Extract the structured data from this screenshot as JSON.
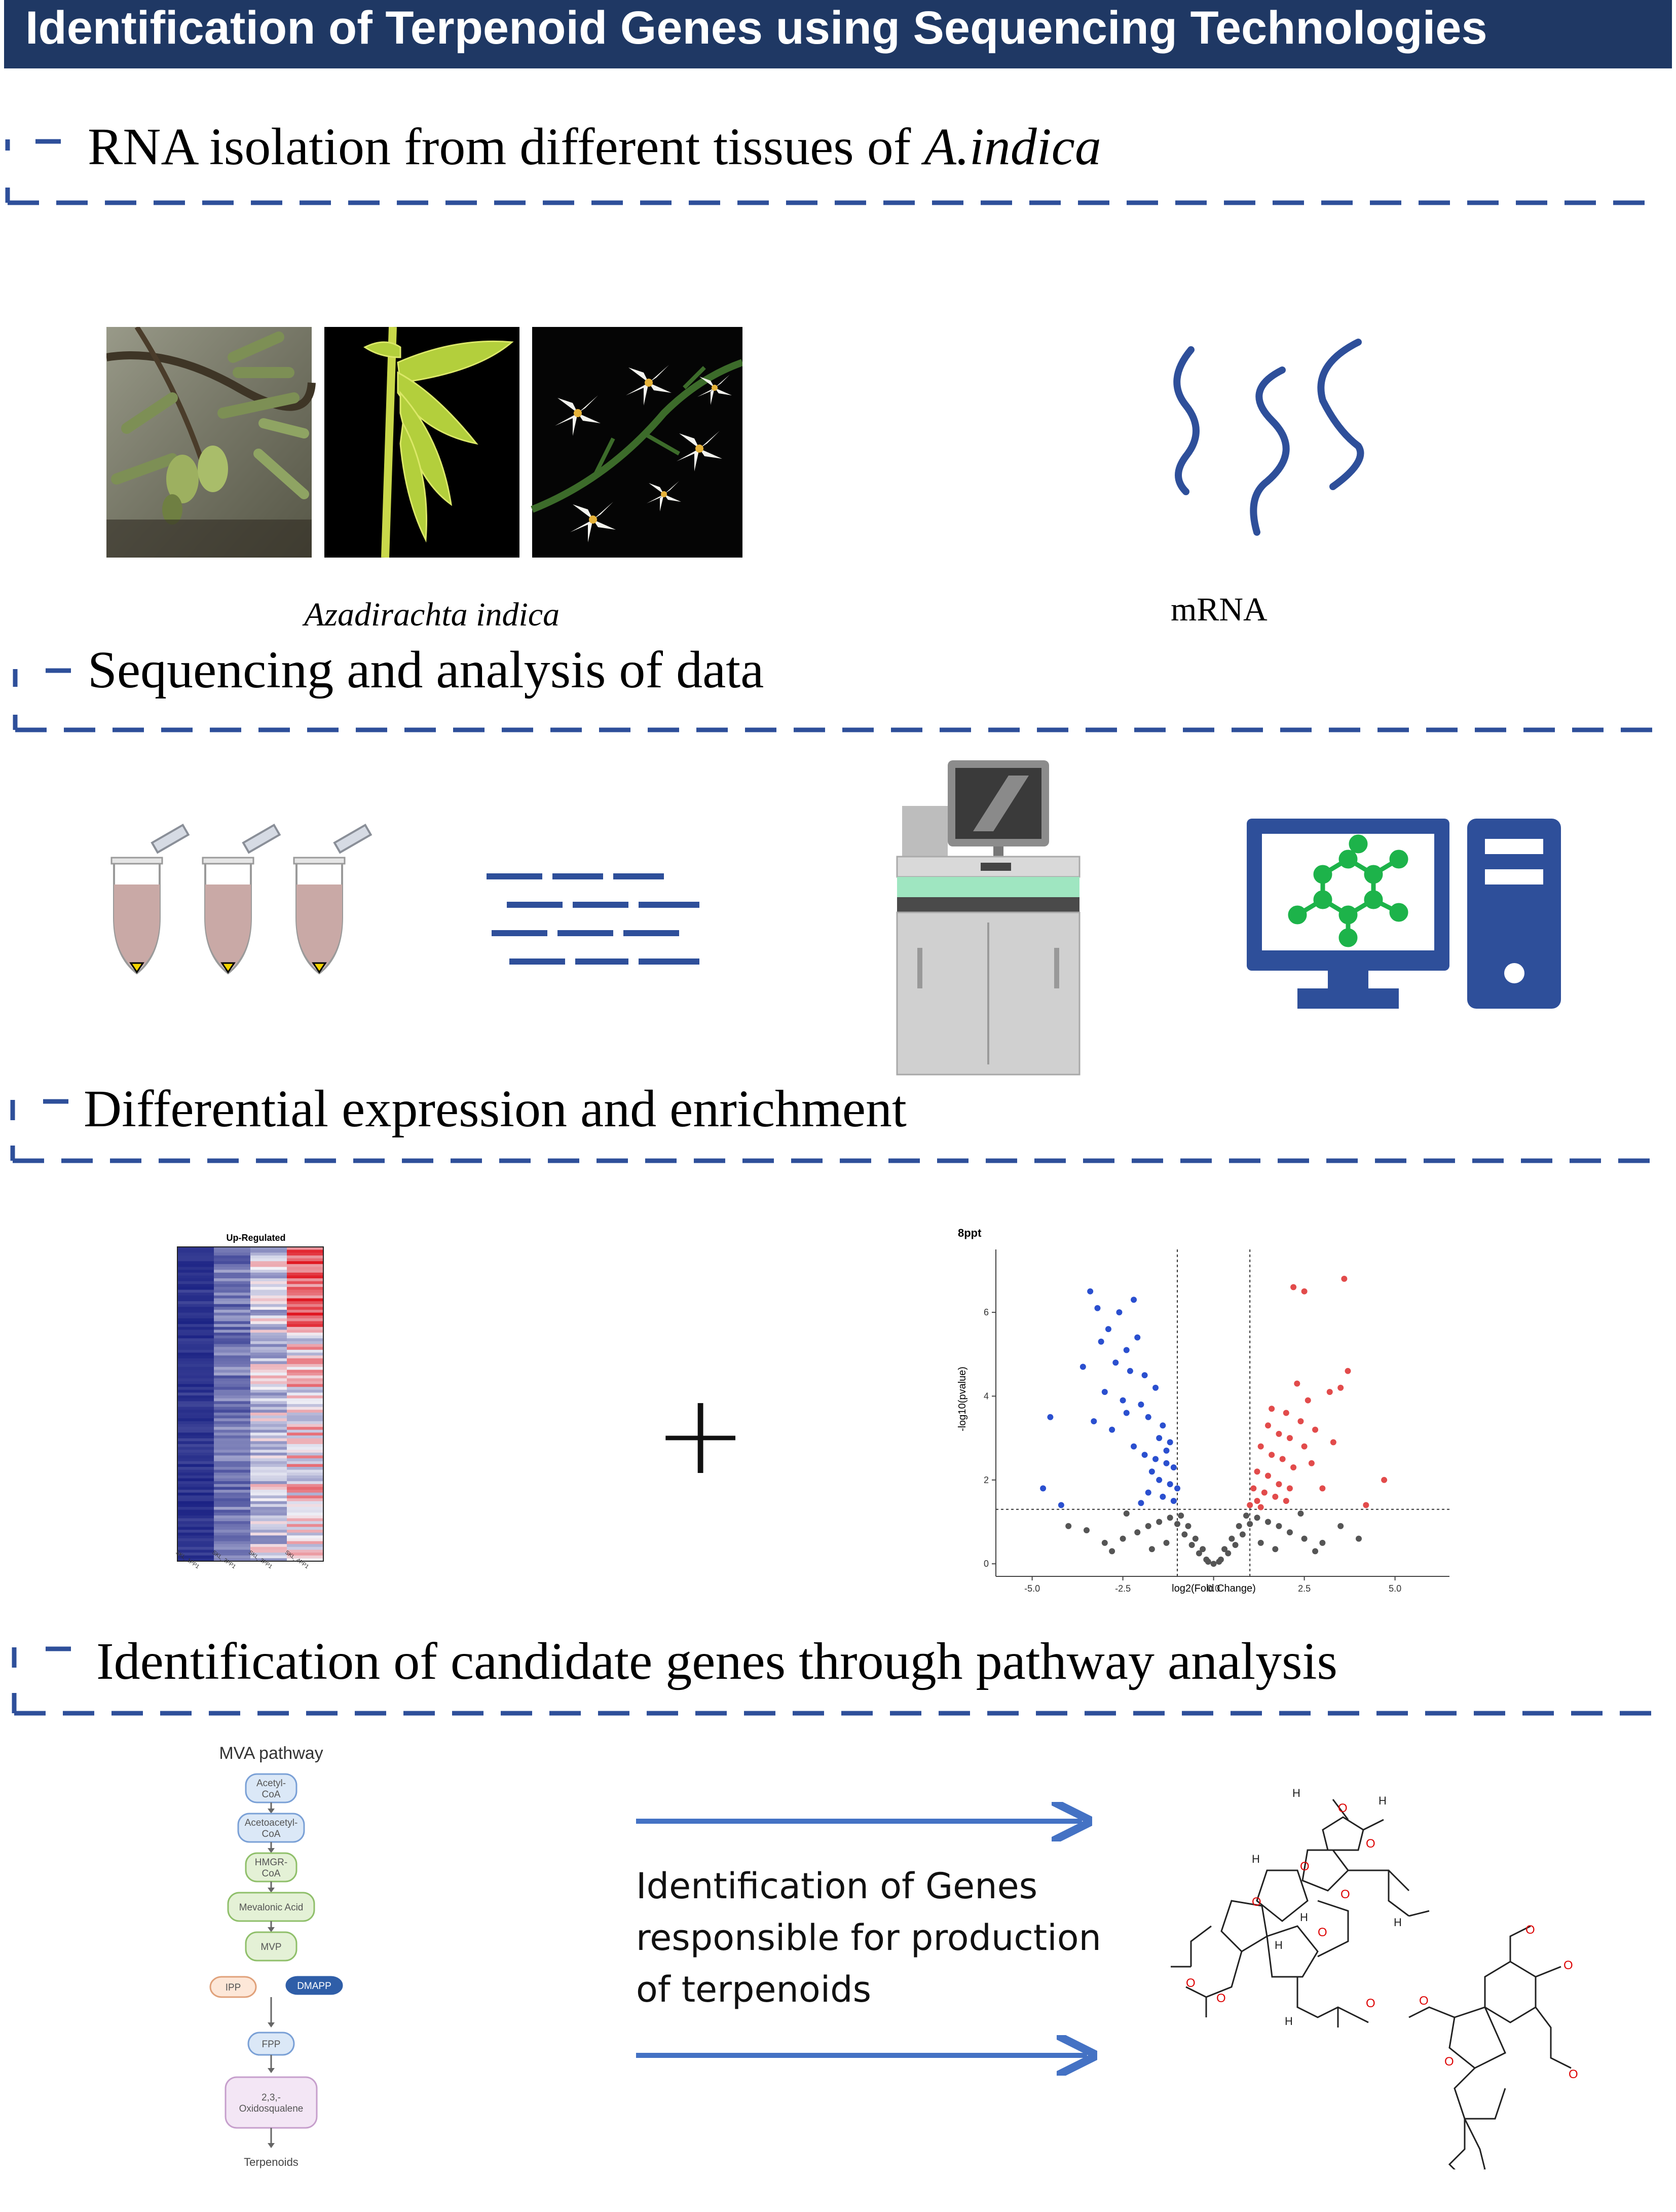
{
  "header": {
    "title": "Identification of Terpenoid Genes using Sequencing Technologies"
  },
  "sections": [
    {
      "prefix": "RNA isolation from different tissues of ",
      "emph": "A.indica"
    },
    {
      "prefix": "Sequencing and analysis of data"
    },
    {
      "prefix": "Differential expression and enrichment"
    },
    {
      "prefix": "Identification of candidate genes through pathway analysis"
    }
  ],
  "captions": {
    "plant": "Azadirachta indica",
    "mrna": "mRNA"
  },
  "heatmap": {
    "title": "Up-Regulated",
    "col_labels": [
      "SKL_1PP1",
      "SKL_2PP1",
      "SKL_3PP1",
      "SKL_4PP1"
    ],
    "colors": {
      "low": "#08107a",
      "mid": "#f2f2f8",
      "high": "#e0141e"
    }
  },
  "plus_sign": "+",
  "chart_data": {
    "type": "scatter",
    "title": "8ppt",
    "xlabel": "log2(Fold Change)",
    "ylabel": "-log10(pvalue)",
    "xlim": [
      -6,
      6.5
    ],
    "ylim": [
      -0.3,
      7.5
    ],
    "xticks": [
      -5.0,
      -2.5,
      0.0,
      2.5,
      5.0
    ],
    "yticks": [
      0,
      2,
      4,
      6
    ],
    "thresholds": {
      "fc": [
        -1,
        1
      ],
      "p": 1.3
    },
    "series": [
      {
        "color": "#2a4fcf",
        "points": [
          [
            -3.4,
            6.5
          ],
          [
            -3.2,
            6.1
          ],
          [
            -2.6,
            6.0
          ],
          [
            -2.2,
            6.3
          ],
          [
            -3.1,
            5.3
          ],
          [
            -2.9,
            5.6
          ],
          [
            -2.4,
            5.1
          ],
          [
            -2.1,
            5.4
          ],
          [
            -3.6,
            4.7
          ],
          [
            -2.7,
            4.8
          ],
          [
            -2.3,
            4.6
          ],
          [
            -1.9,
            4.5
          ],
          [
            -1.6,
            4.2
          ],
          [
            -3.0,
            4.1
          ],
          [
            -2.5,
            3.9
          ],
          [
            -2.0,
            3.8
          ],
          [
            -1.8,
            3.5
          ],
          [
            -1.4,
            3.3
          ],
          [
            -3.3,
            3.4
          ],
          [
            -2.8,
            3.2
          ],
          [
            -1.5,
            3.0
          ],
          [
            -1.2,
            2.9
          ],
          [
            -4.5,
            3.5
          ],
          [
            -2.2,
            2.8
          ],
          [
            -1.9,
            2.6
          ],
          [
            -1.6,
            2.5
          ],
          [
            -1.3,
            2.4
          ],
          [
            -1.1,
            2.3
          ],
          [
            -1.7,
            2.2
          ],
          [
            -1.5,
            2.0
          ],
          [
            -1.2,
            1.9
          ],
          [
            -1.0,
            1.8
          ],
          [
            -1.8,
            1.7
          ],
          [
            -1.4,
            1.6
          ],
          [
            -1.1,
            1.5
          ],
          [
            -2.0,
            1.45
          ],
          [
            -4.7,
            1.8
          ],
          [
            -4.2,
            1.4
          ],
          [
            -1.3,
            2.7
          ],
          [
            -2.4,
            3.6
          ]
        ]
      },
      {
        "color": "#e24b4b",
        "points": [
          [
            2.2,
            6.6
          ],
          [
            2.5,
            6.5
          ],
          [
            3.6,
            6.8
          ],
          [
            3.7,
            4.6
          ],
          [
            3.5,
            4.2
          ],
          [
            3.2,
            4.1
          ],
          [
            2.3,
            4.3
          ],
          [
            2.6,
            3.9
          ],
          [
            1.6,
            3.7
          ],
          [
            2.0,
            3.6
          ],
          [
            2.4,
            3.4
          ],
          [
            2.8,
            3.2
          ],
          [
            1.5,
            3.3
          ],
          [
            1.8,
            3.1
          ],
          [
            2.1,
            3.0
          ],
          [
            2.5,
            2.8
          ],
          [
            1.3,
            2.8
          ],
          [
            1.6,
            2.6
          ],
          [
            1.9,
            2.5
          ],
          [
            2.2,
            2.3
          ],
          [
            1.2,
            2.2
          ],
          [
            1.5,
            2.1
          ],
          [
            1.8,
            1.9
          ],
          [
            2.1,
            1.8
          ],
          [
            1.1,
            1.8
          ],
          [
            1.4,
            1.7
          ],
          [
            1.7,
            1.6
          ],
          [
            2.0,
            1.5
          ],
          [
            1.2,
            1.5
          ],
          [
            3.0,
            1.8
          ],
          [
            4.7,
            2.0
          ],
          [
            4.2,
            1.4
          ],
          [
            3.3,
            2.9
          ],
          [
            2.7,
            2.4
          ],
          [
            1.0,
            1.4
          ],
          [
            1.3,
            1.35
          ]
        ]
      },
      {
        "color": "#555555",
        "points": [
          [
            -0.2,
            0.1
          ],
          [
            0.0,
            0.0
          ],
          [
            0.2,
            0.1
          ],
          [
            -0.4,
            0.25
          ],
          [
            0.4,
            0.25
          ],
          [
            -0.6,
            0.45
          ],
          [
            0.6,
            0.45
          ],
          [
            -0.8,
            0.7
          ],
          [
            0.8,
            0.7
          ],
          [
            -1.0,
            0.95
          ],
          [
            1.0,
            0.95
          ],
          [
            -0.9,
            1.15
          ],
          [
            0.9,
            1.15
          ],
          [
            -0.7,
            0.9
          ],
          [
            0.7,
            0.9
          ],
          [
            -0.5,
            0.6
          ],
          [
            0.5,
            0.6
          ],
          [
            -0.3,
            0.35
          ],
          [
            0.3,
            0.35
          ],
          [
            -1.2,
            1.1
          ],
          [
            1.2,
            1.1
          ],
          [
            -1.5,
            1.0
          ],
          [
            1.5,
            1.0
          ],
          [
            -1.8,
            0.9
          ],
          [
            1.8,
            0.9
          ],
          [
            -2.1,
            0.75
          ],
          [
            2.1,
            0.75
          ],
          [
            -2.5,
            0.6
          ],
          [
            2.5,
            0.6
          ],
          [
            -3.0,
            0.5
          ],
          [
            3.0,
            0.5
          ],
          [
            -3.5,
            0.8
          ],
          [
            3.5,
            0.9
          ],
          [
            -4.0,
            0.9
          ],
          [
            4.0,
            0.6
          ],
          [
            -2.8,
            0.3
          ],
          [
            2.8,
            0.3
          ],
          [
            -1.3,
            0.5
          ],
          [
            1.3,
            0.5
          ],
          [
            -1.7,
            0.35
          ],
          [
            1.7,
            0.35
          ],
          [
            -2.4,
            1.2
          ],
          [
            2.4,
            1.2
          ],
          [
            -0.15,
            0.05
          ],
          [
            0.15,
            0.05
          ]
        ]
      }
    ]
  },
  "pathway": {
    "title": "MVA pathway",
    "nodes": [
      {
        "label": "Acetyl-\nCoA",
        "fill": "#dbe8f7",
        "stroke": "#7aa0d6"
      },
      {
        "label": "Acetoacetyl-\nCoA",
        "fill": "#dbe8f7",
        "stroke": "#7aa0d6"
      },
      {
        "label": "HMGR-\nCoA",
        "fill": "#e4f1d6",
        "stroke": "#8fbf6a"
      },
      {
        "label": "Mevalonic Acid",
        "fill": "#e4f1d6",
        "stroke": "#8fbf6a"
      },
      {
        "label": "MVP",
        "fill": "#e4f1d6",
        "stroke": "#8fbf6a"
      }
    ],
    "ipp": "IPP",
    "dmapp": "DMAPP",
    "fpp": "FPP",
    "oxido": "2,3,-\nOxidosqualene",
    "end": "Terpenoids"
  },
  "identification": {
    "lines": [
      "Identification of Genes",
      "responsible for production",
      "of terpenoids"
    ]
  },
  "molecule_labels": [
    "H",
    "O",
    "H",
    "O",
    "H",
    "O",
    "H",
    "O",
    "H",
    "O",
    "H",
    "O",
    "H",
    "O",
    "O",
    "O"
  ]
}
